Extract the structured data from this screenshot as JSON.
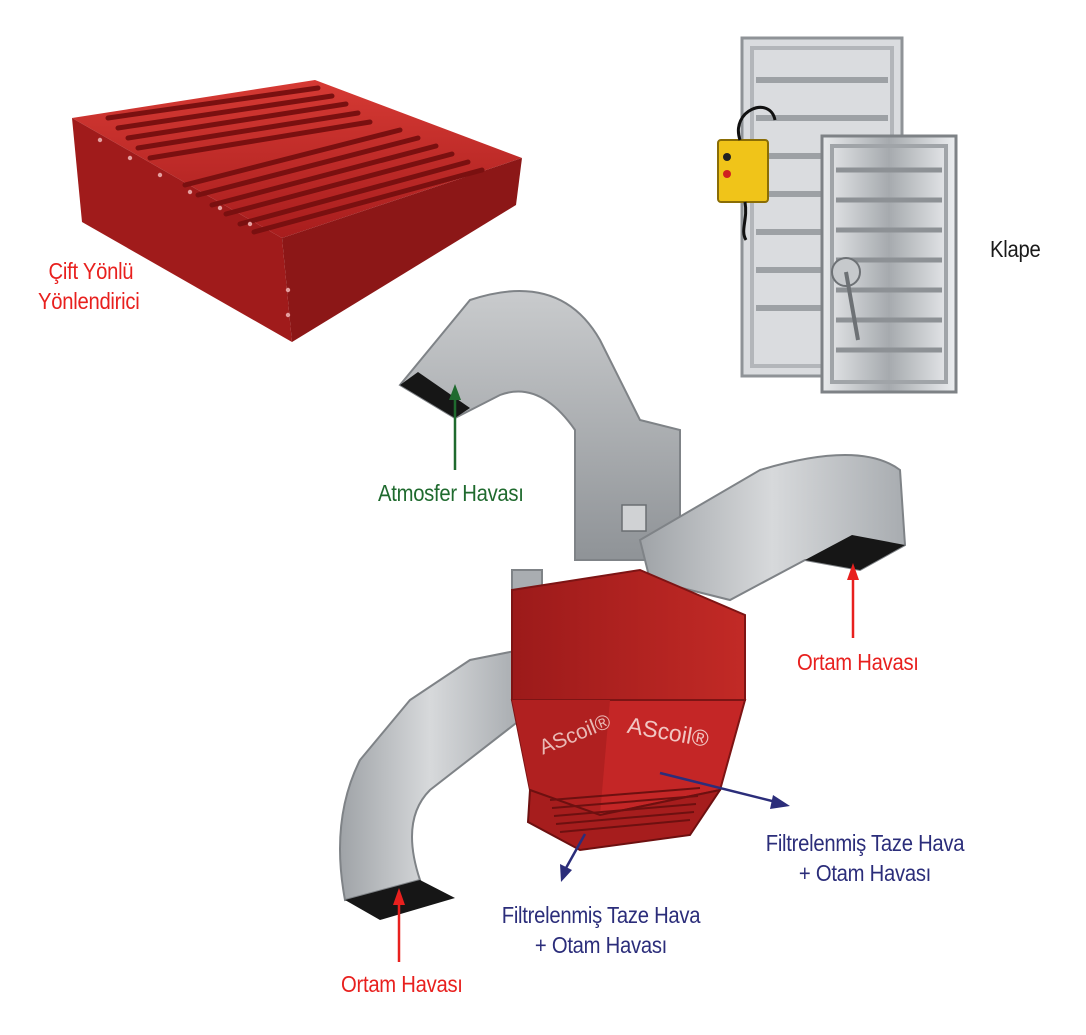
{
  "labels": {
    "cift_yonlu_line1": "Çift Yönlü",
    "cift_yonlu_line2": "Yönlendirici",
    "klape": "Klape",
    "atmosfer_havasi": "Atmosfer Havası",
    "ortam_havasi_right": "Ortam Havası",
    "ortam_havasi_bottom": "Ortam Havası",
    "filtre_right_line1": "Filtrelenmiş Taze Hava",
    "filtre_right_line2": "+ Otam Havası",
    "filtre_bottom_line1": "Filtrelenmiş Taze Hava",
    "filtre_bottom_line2": "+ Otam Havası"
  },
  "unit_brand": {
    "left_panel": "AScoil®",
    "right_panel": "AScoil®"
  },
  "colors": {
    "red_label": "#e8201e",
    "green_label": "#1f6a2e",
    "navy_label": "#2b2d7a",
    "unit_red": "#c42626",
    "duct_metal": "#b9bcbf"
  }
}
